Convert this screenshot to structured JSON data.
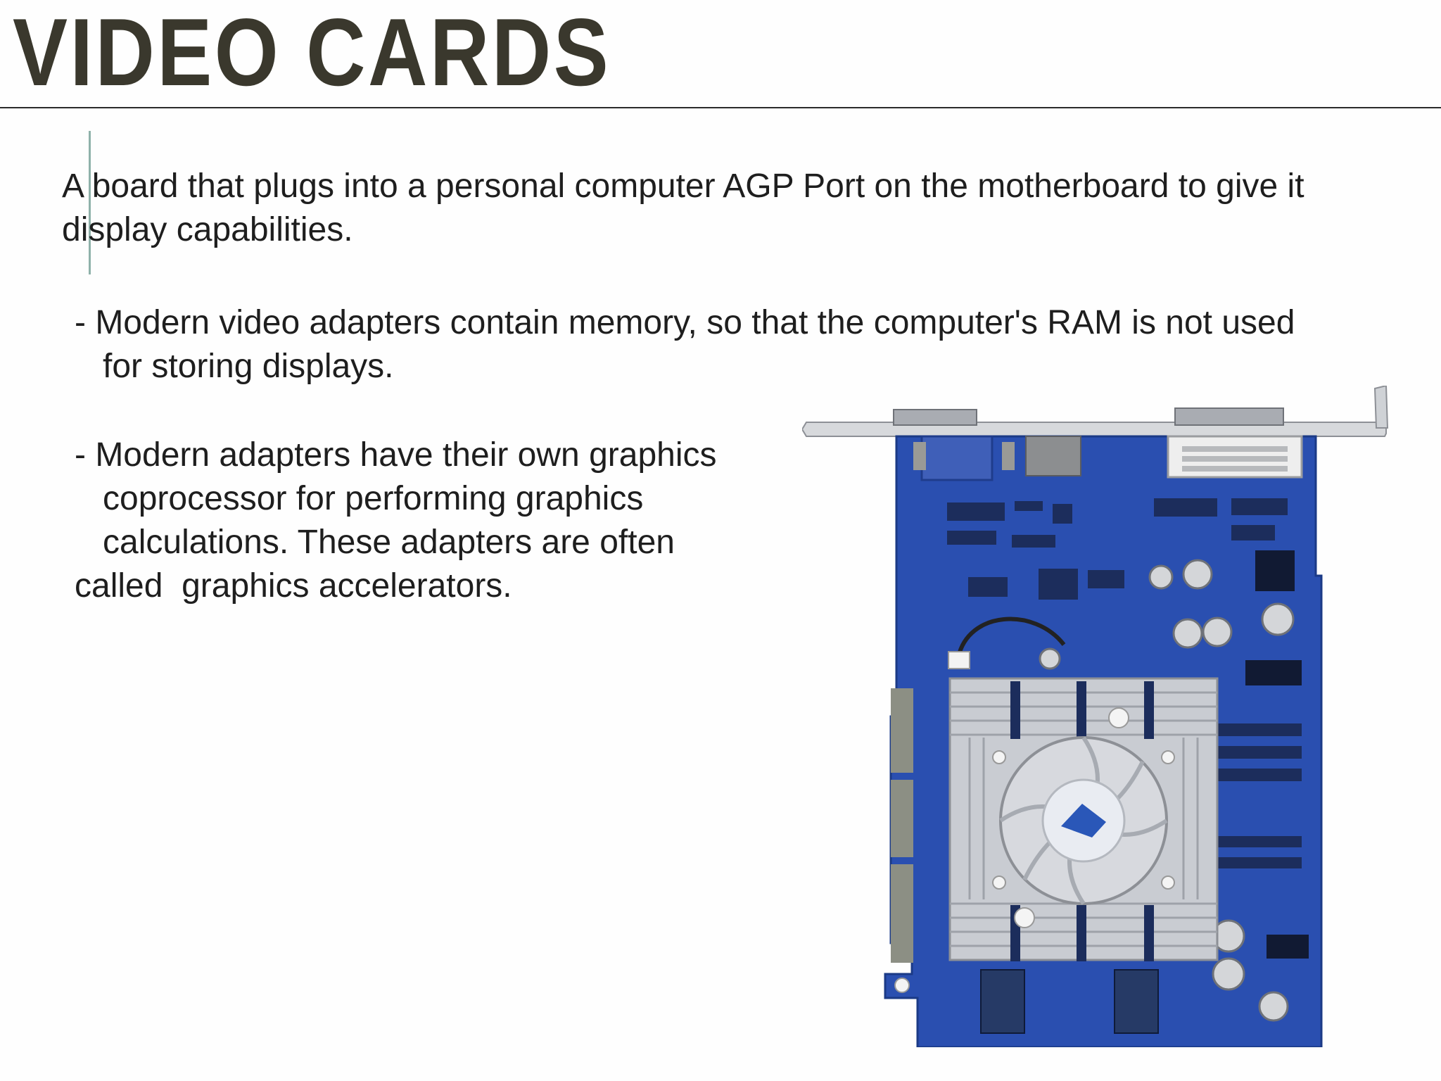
{
  "slide": {
    "title": "VIDEO CARDS",
    "intro": [
      "A board that plugs into a personal computer AGP Port on the motherboard to give it",
      "display capabilities."
    ],
    "bullet1": [
      "- Modern video adapters contain memory, so that the computer's RAM is not used",
      "   for storing displays."
    ],
    "bullet2": [
      "- Modern adapters have their own graphics",
      "   coprocessor for performing graphics",
      "   calculations. These adapters are often",
      "called  graphics accelerators."
    ]
  },
  "colors": {
    "title": "#3a382d",
    "text": "#1e1e1e",
    "pcb": "#2a4fb0",
    "heatsink": "#c9ccd2"
  },
  "figure": {
    "icon": "video-card-image"
  }
}
